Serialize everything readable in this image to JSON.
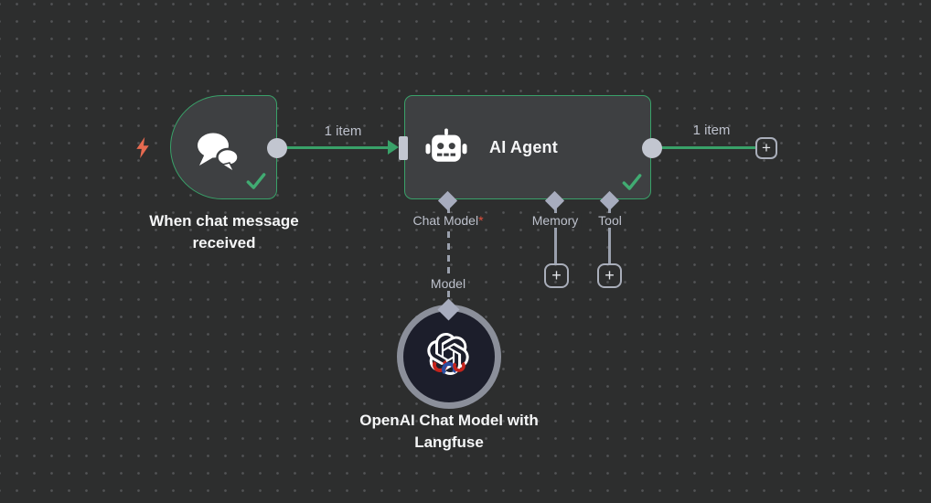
{
  "colors": {
    "canvas_bg": "#2d2e2e",
    "dot": "#535456",
    "node_fill": "#3e4042",
    "green": "#39a169",
    "check_green": "#41ab72",
    "connector_gray": "#c2c6d0",
    "diamond_gray": "#a7acbe",
    "line_gray": "#9aa0ad",
    "label_gray": "#bdc1cc",
    "title_white": "#f5f6f7",
    "red": "#e4503c",
    "bolt_orange": "#e66a50",
    "model_node_fill": "#1c1e2b",
    "model_ring": "#8b8f9a"
  },
  "nodes": {
    "chat_trigger": {
      "title": "When chat message received",
      "icon": "chat-bubbles-icon",
      "status": "success"
    },
    "ai_agent": {
      "title": "AI Agent",
      "icon": "robot-icon",
      "status": "success",
      "sub_inputs": [
        {
          "label": "Chat Model",
          "required": "*"
        },
        {
          "label": "Memory",
          "required": ""
        },
        {
          "label": "Tool",
          "required": ""
        }
      ]
    },
    "openai_model": {
      "title": "OpenAI Chat Model with Langfuse",
      "icon": "openai-logo",
      "badge": "langfuse-icon",
      "connection_label": "Model"
    }
  },
  "edges": {
    "trigger_to_agent_label": "1 item",
    "agent_output_label": "1 item"
  },
  "buttons": {
    "plus": "+"
  }
}
